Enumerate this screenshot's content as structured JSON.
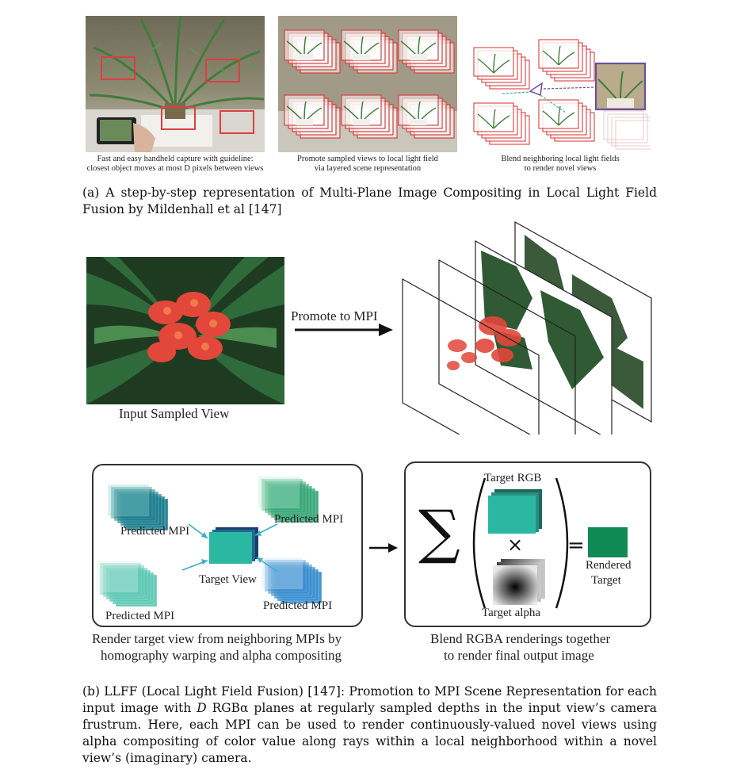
{
  "panel_a": {
    "caption_1": "Fast and easy handheld capture with guideline:",
    "caption_2": "closest object moves at most D pixels between views",
    "caption_3": "Promote sampled views to local light field",
    "caption_4": "via layered scene representation",
    "caption_5": "Blend neighboring local light fields",
    "caption_6": "to render novel views",
    "figure_caption": "(a) A step-by-step representation of Multi-Plane Image Compositing in Local Light Field Fusion by Mildenhall et al [147]"
  },
  "panel_b": {
    "input_label": "Input Sampled View",
    "promote_label": "Promote to MPI",
    "predicted_mpi_1": "Predicted MPI",
    "predicted_mpi_2": "Predicted MPI",
    "predicted_mpi_3": "Predicted MPI",
    "predicted_mpi_4": "Predicted MPI",
    "target_view": "Target View",
    "render_caption_1": "Render target view from neighboring MPIs by",
    "render_caption_2": "homography warping and alpha compositing",
    "target_rgb": "Target RGB",
    "times_symbol": "×",
    "equals_symbol": "=",
    "sigma_symbol": "∑",
    "target_alpha": "Target alpha",
    "rendered_1": "Rendered",
    "rendered_2": "Target",
    "blend_caption_1": "Blend RGBA renderings together",
    "blend_caption_2": "to render final output image",
    "figure_caption_pre": "(b) LLFF (Local Light Field Fusion) [147]: Promotion to MPI Scene Representation for each input image with ",
    "figure_caption_D": "D",
    "figure_caption_post": " RGBα planes at regularly sampled depths in the input view’s camera frustrum. Here, each MPI can be used to render continuously-valued novel views using alpha compositing of color value along rays within a local neighborhood within a novel view’s (imaginary) camera."
  },
  "colors": {
    "red_frame": "#d94040",
    "purple_frame": "#6b4fa0",
    "teal": "#2bb8a3",
    "green_rendered": "#0f8a55",
    "flower_red": "#e2473a"
  }
}
